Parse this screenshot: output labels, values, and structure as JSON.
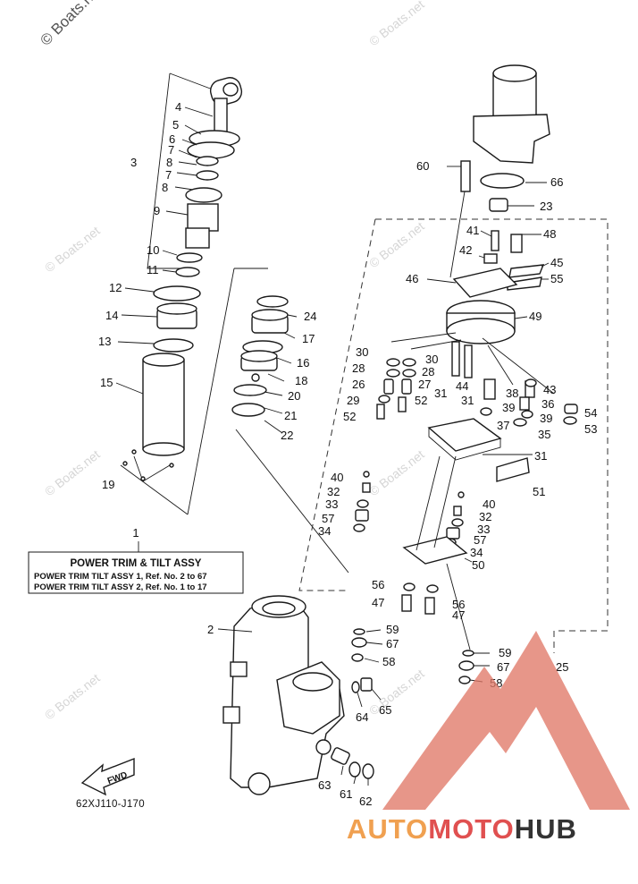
{
  "watermark": {
    "corner": "© Boats.net",
    "repeat": "© Boats.net"
  },
  "title_box": {
    "ref": "1",
    "title": "POWER TRIM & TILT ASSY",
    "rows": [
      "POWER TRIM TILT ASSY 1,  Ref. No. 2 to 67",
      "POWER TRIM TILT ASSY 2,  Ref. No. 1 to 17"
    ]
  },
  "fwd_label": "FWD",
  "diagram_code": "62XJ110-J170",
  "logo": {
    "part1": "AUTO",
    "part2": "MOTO",
    "part3": "HUB",
    "color1": "#f0a050",
    "color2": "#e05050",
    "color3": "#333333"
  },
  "callouts": [
    "2",
    "3",
    "4",
    "5",
    "6",
    "7",
    "8",
    "7",
    "8",
    "9",
    "10",
    "11",
    "12",
    "14",
    "13",
    "15",
    "19",
    "24",
    "17",
    "16",
    "18",
    "20",
    "21",
    "22",
    "60",
    "66",
    "23",
    "41",
    "48",
    "42",
    "45",
    "46",
    "55",
    "49",
    "30",
    "30",
    "28",
    "28",
    "26",
    "27",
    "29",
    "52",
    "31",
    "31",
    "52",
    "44",
    "38",
    "43",
    "36",
    "54",
    "39",
    "39",
    "53",
    "37",
    "35",
    "31",
    "51",
    "40",
    "32",
    "33",
    "57",
    "34",
    "40",
    "32",
    "33",
    "57",
    "34",
    "50",
    "56",
    "56",
    "47",
    "47",
    "59",
    "67",
    "58",
    "59",
    "67",
    "58",
    "25",
    "64",
    "65",
    "63",
    "61",
    "62"
  ]
}
